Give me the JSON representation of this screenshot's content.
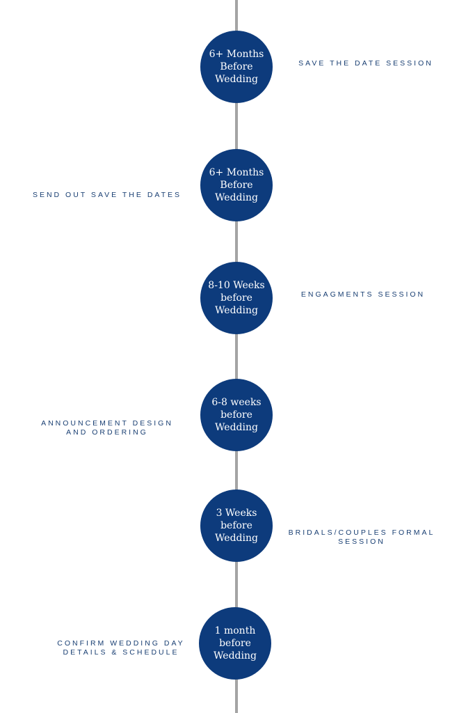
{
  "colors": {
    "node_fill": "#0d3b7c",
    "label_text": "#183e72",
    "spine": "#a4a4a4"
  },
  "milestones": [
    {
      "time": [
        "6+ Months",
        "Before",
        "Wedding"
      ],
      "label": [
        "SAVE THE DATE SESSION"
      ]
    },
    {
      "time": [
        "6+ Months",
        "Before",
        "Wedding"
      ],
      "label": [
        "SEND OUT SAVE THE DATES"
      ]
    },
    {
      "time": [
        "8-10 Weeks",
        "before",
        "Wedding"
      ],
      "label": [
        "ENGAGMENTS SESSION"
      ]
    },
    {
      "time": [
        "6-8 weeks",
        "before",
        "Wedding"
      ],
      "label": [
        "ANNOUNCEMENT DESIGN",
        "AND ORDERING"
      ]
    },
    {
      "time": [
        "3 Weeks",
        "before",
        "Wedding"
      ],
      "label": [
        "BRIDALS/COUPLES FORMAL",
        "SESSION"
      ]
    },
    {
      "time": [
        "1 month",
        "before",
        "Wedding"
      ],
      "label": [
        "CONFIRM WEDDING DAY",
        "DETAILS & SCHEDULE"
      ]
    }
  ]
}
